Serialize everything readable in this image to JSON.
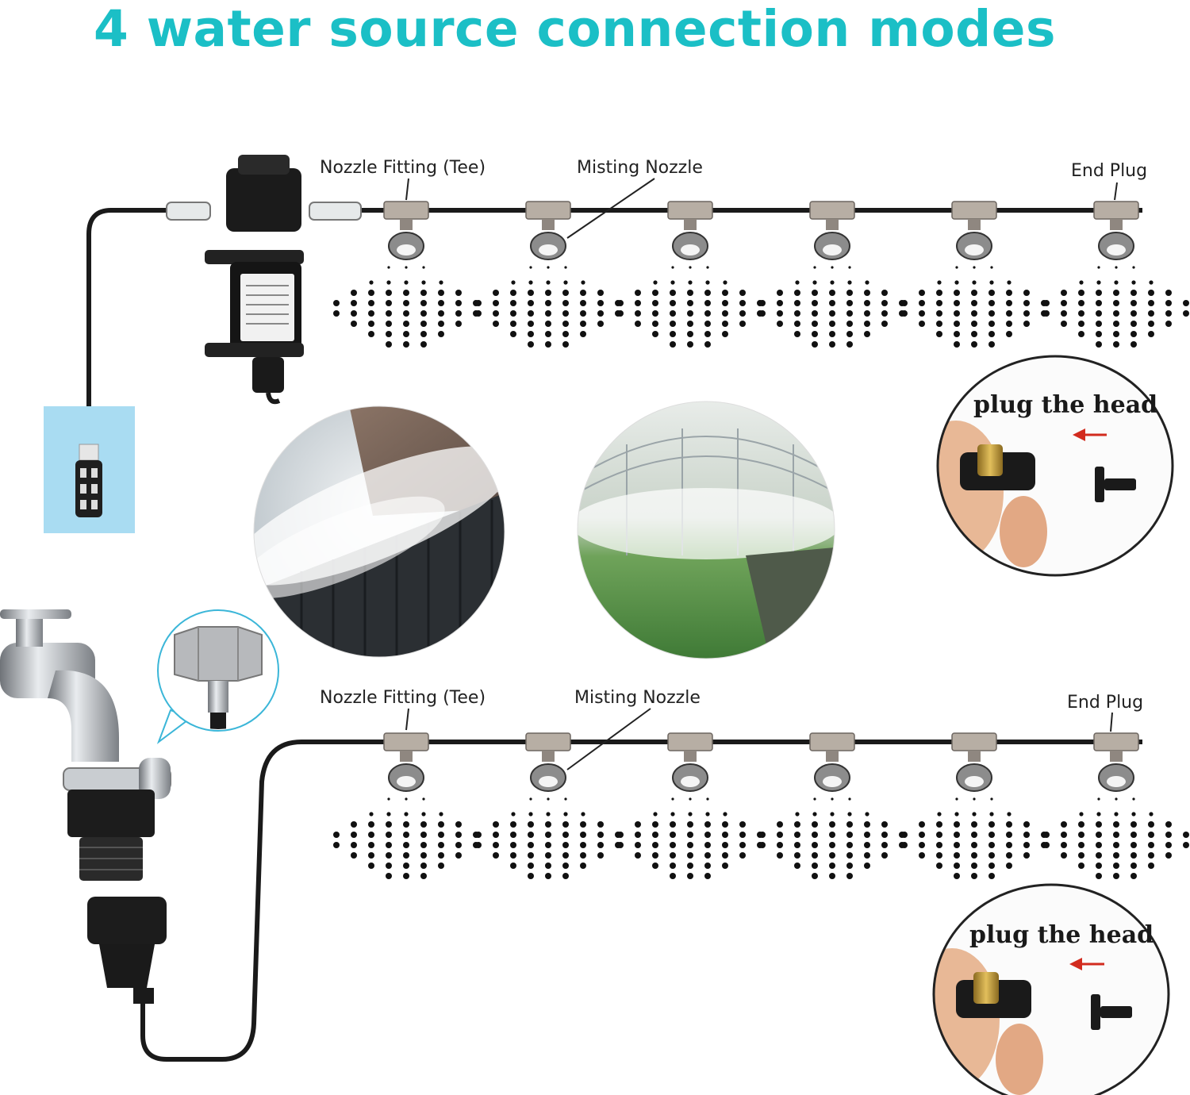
{
  "title": "4 water source connection modes",
  "diagrams": [
    {
      "labels": {
        "tee": "Nozzle Fitting (Tee)",
        "nozzle": "Misting Nozzle",
        "end_plug": "End Plug"
      },
      "nozzle_count": 6,
      "inset_caption": "plug the head"
    },
    {
      "labels": {
        "tee": "Nozzle Fitting (Tee)",
        "nozzle": "Misting Nozzle",
        "end_plug": "End Plug"
      },
      "nozzle_count": 6,
      "inset_caption": "plug the head"
    }
  ],
  "colors": {
    "title": "#1bbfc6",
    "tubing": "#1a1a1a",
    "fitting": "#b7aea4",
    "tank_water": "#a9dcf2",
    "arrow": "#d22b1e",
    "callout": "#3bb6d8"
  }
}
